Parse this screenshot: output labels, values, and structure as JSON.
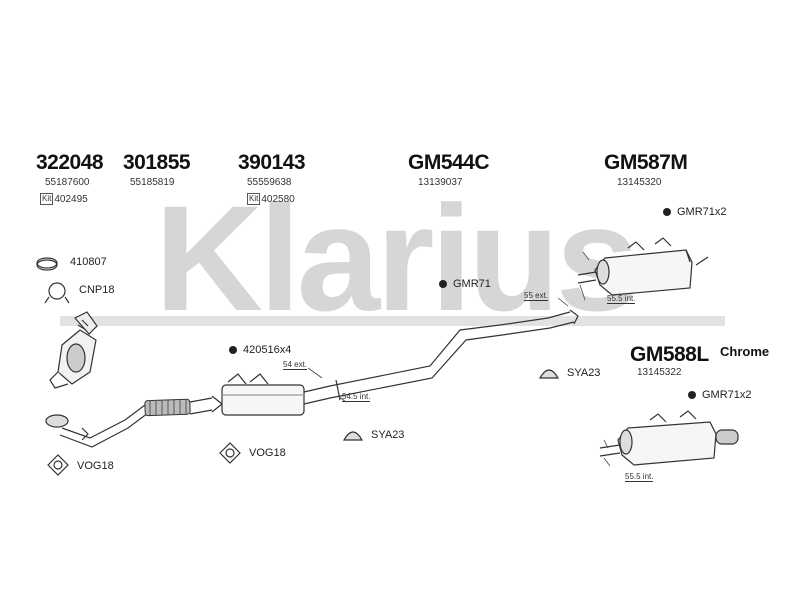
{
  "watermark": "Klarius",
  "parts": [
    {
      "id": "322048",
      "oe": "55187600",
      "kit": "402495"
    },
    {
      "id": "301855",
      "oe": "55185819"
    },
    {
      "id": "390143",
      "oe": "55559638",
      "kit": "402580"
    },
    {
      "id": "GM544C",
      "oe": "13139037"
    },
    {
      "id": "GM587M",
      "oe": "13145320"
    },
    {
      "id": "GM588L",
      "oe": "13145322",
      "note": "Chrome"
    }
  ],
  "kit_label": "Kit",
  "accessories": {
    "a410807": "410807",
    "cnp18": "CNP18",
    "gmr71": "GMR71",
    "gmr71x2_top": "GMR71x2",
    "gmr71x2_bottom": "GMR71x2",
    "a420516": "420516x4",
    "sya23_right": "SYA23",
    "sya23_mid": "SYA23",
    "vog18_left": "VOG18",
    "vog18_mid": "VOG18"
  },
  "measurements": {
    "m54ext": "54 ext.",
    "m545int": "54.5 int.",
    "m55ext": "55 ext.",
    "m555int_top": "55.5 int.",
    "m555int_bottom": "55.5 int."
  },
  "colors": {
    "watermark": "#d6d6d6",
    "line": "#333333"
  }
}
